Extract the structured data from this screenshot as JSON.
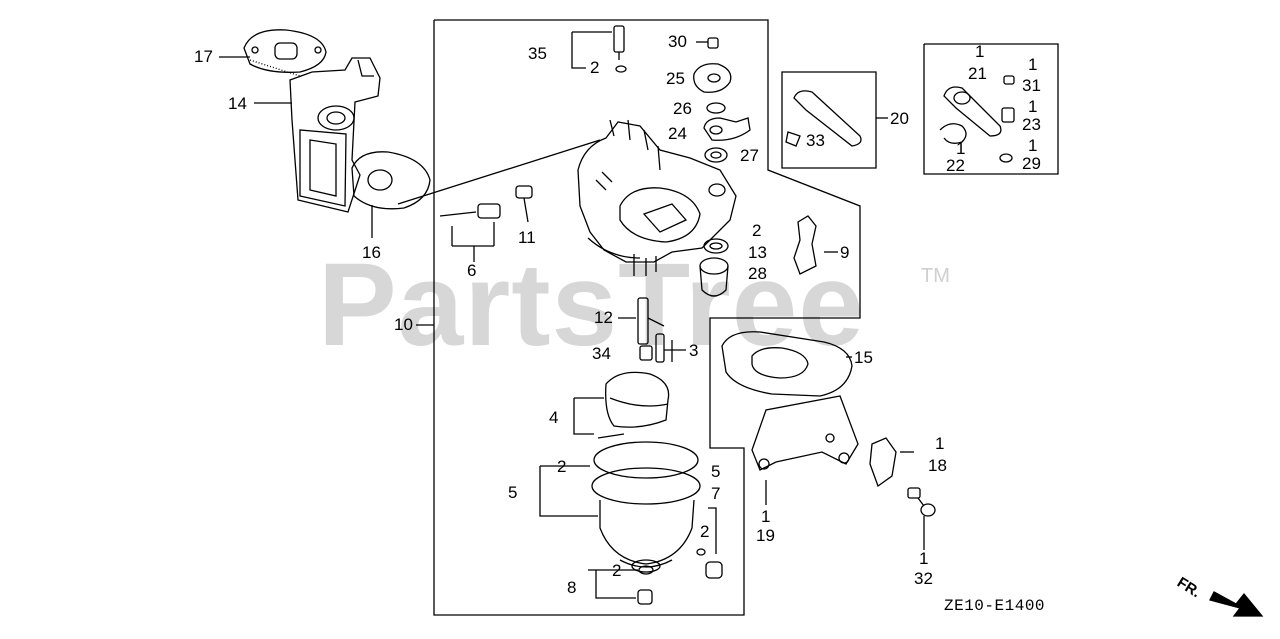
{
  "watermark": {
    "text": "PartsTree",
    "trademark": "TM"
  },
  "diagram_code": "ZE10-E1400",
  "direction_label": "FR.",
  "callouts": {
    "c17": "17",
    "c14": "14",
    "c16": "16",
    "c35": "35",
    "c2_35": "2",
    "c30": "30",
    "c25": "25",
    "c26": "26",
    "c24": "24",
    "c27": "27",
    "c6": "6",
    "c11": "11",
    "c10": "10",
    "c20": "20",
    "c33": "33",
    "c1_21": "1",
    "c21": "21",
    "c1_31": "1",
    "c31": "31",
    "c1_23": "1",
    "c23": "23",
    "c22": "22",
    "c1_22": "1",
    "c1_29": "1",
    "c29": "29",
    "c2_13": "2",
    "c13": "13",
    "c28": "28",
    "c9": "9",
    "c12": "12",
    "c34": "34",
    "c3": "3",
    "c15": "15",
    "c4": "4",
    "c2_5": "2",
    "c5": "5",
    "c5b": "5",
    "c7": "7",
    "c2_7": "2",
    "c1_19": "1",
    "c19": "19",
    "c1_18": "1",
    "c18": "18",
    "c1_32": "1",
    "c32": "32",
    "c2_8": "2",
    "c8": "8"
  }
}
